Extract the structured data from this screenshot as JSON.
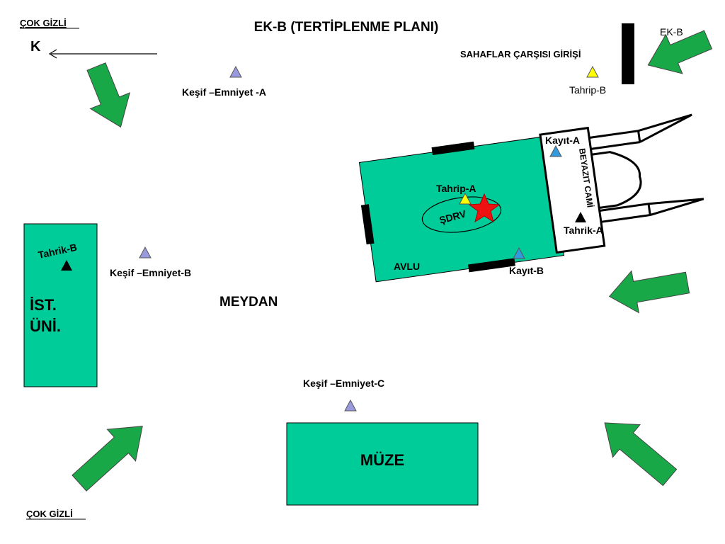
{
  "header": {
    "classification_top": "ÇOK GİZLİ",
    "classification_bottom": "ÇOK GİZLİ",
    "title": "EK-B (TERTİPLENME PLANI)",
    "annex": "EK-B",
    "north": "K"
  },
  "places": {
    "sahaflar": "SAHAFLAR ÇARŞISI GİRİŞİ",
    "university_line1": "İST.",
    "university_line2": "ÜNİ.",
    "square": "MEYDAN",
    "museum": "MÜZE",
    "courtyard": "AVLU",
    "mosque": "BEYAZIT CAMİ",
    "shdrv": "ŞDRV"
  },
  "positions": {
    "kesif_a": "Keşif –Emniyet -A",
    "kesif_b": "Keşif –Emniyet-B",
    "kesif_c": "Keşif –Emniyet-C",
    "tahrip_a": "Tahrip-A",
    "tahrip_b": "Tahrip-B",
    "tahrik_a": "Tahrik-A",
    "tahrik_b": "Tahrik-B",
    "kayit_a": "Kayıt-A",
    "kayit_b": "Kayıt-B"
  },
  "colors": {
    "building_fill": "#00cc99",
    "arrow_fill": "#18a848",
    "recon_triangle": "#9999dd",
    "demolition_triangle": "#ffff00",
    "record_triangle": "#3399dd",
    "provoke_triangle": "#000000",
    "star": "#ee1111"
  }
}
